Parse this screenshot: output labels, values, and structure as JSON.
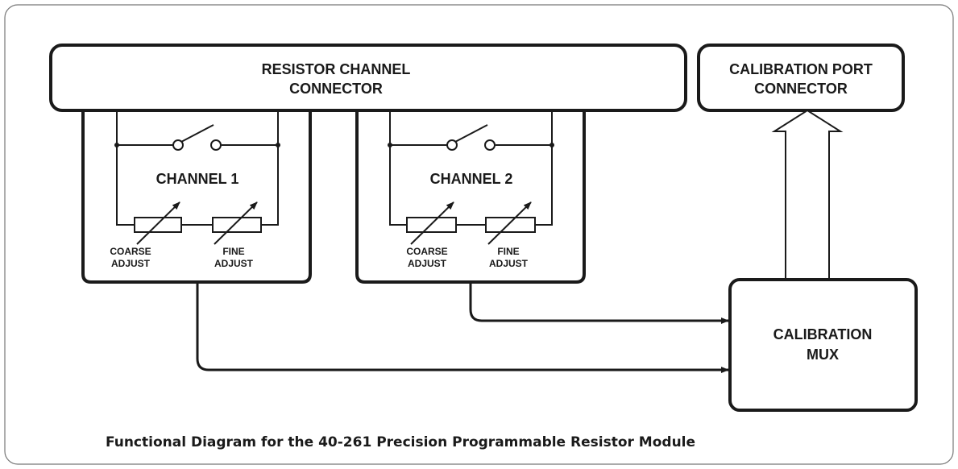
{
  "diagram": {
    "resistor_connector": {
      "line1": "RESISTOR CHANNEL",
      "line2": "CONNECTOR"
    },
    "calibration_port": {
      "line1": "CALIBRATION PORT",
      "line2": "CONNECTOR"
    },
    "channels": [
      {
        "title": "CHANNEL 1",
        "coarse": {
          "line1": "COARSE",
          "line2": "ADJUST"
        },
        "fine": {
          "line1": "FINE",
          "line2": "ADJUST"
        }
      },
      {
        "title": "CHANNEL 2",
        "coarse": {
          "line1": "COARSE",
          "line2": "ADJUST"
        },
        "fine": {
          "line1": "FINE",
          "line2": "ADJUST"
        }
      }
    ],
    "mux": {
      "line1": "CALIBRATION",
      "line2": "MUX"
    },
    "caption": "Functional Diagram for the 40-261 Precision Programmable Resistor Module"
  }
}
